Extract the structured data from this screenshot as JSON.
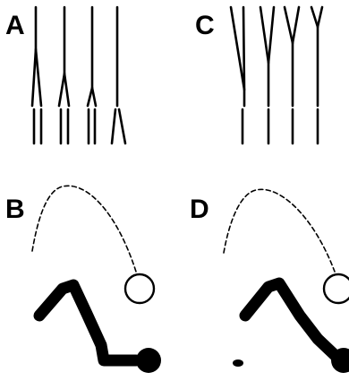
{
  "panels": {
    "a": {
      "label": "A"
    },
    "b": {
      "label": "B"
    },
    "c": {
      "label": "C"
    },
    "d": {
      "label": "D"
    }
  },
  "colors": {
    "ink": "#000000",
    "background": "#ffffff"
  }
}
